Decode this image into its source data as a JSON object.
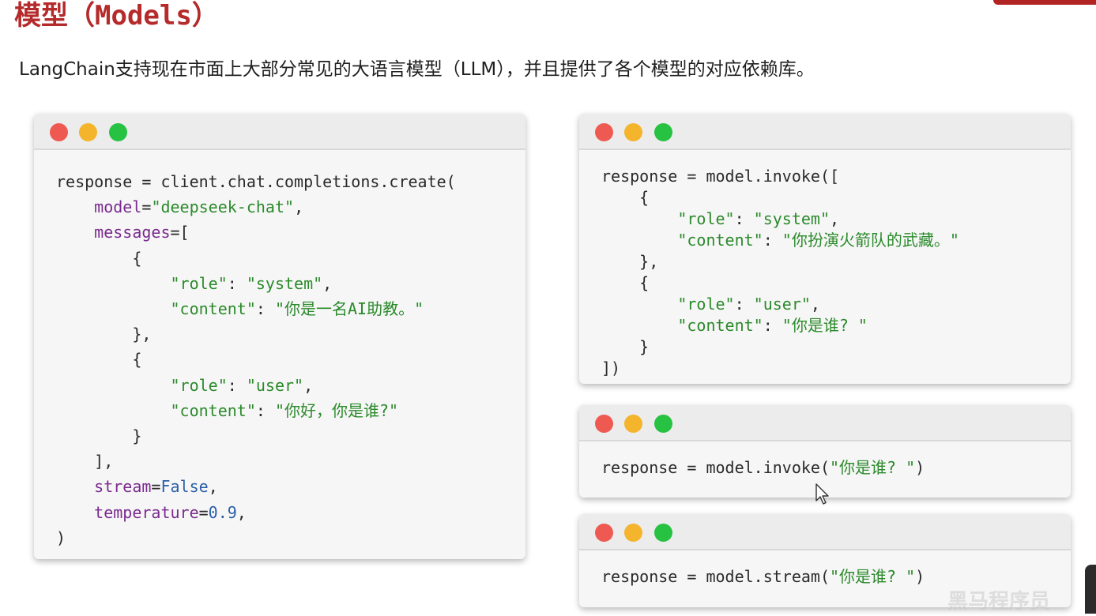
{
  "slide": {
    "title": "模型（Models）",
    "subtitle": "LangChain支持现在市面上大部分常见的大语言模型（LLM），并且提供了各个模型的对应依赖库。"
  },
  "colors": {
    "title": "#b52a2a",
    "keyword": "#7a2a8e",
    "string": "#2b8a2b",
    "number": "#2b5ea8",
    "dot_red": "#ee5a52",
    "dot_yellow": "#f4b42b",
    "dot_green": "#27c241"
  },
  "code_windows": [
    {
      "name": "openai-client-example",
      "lines": [
        [
          {
            "t": "response = client.chat.completions.create("
          }
        ],
        [
          {
            "t": "    "
          },
          {
            "t": "model",
            "c": "kw"
          },
          {
            "t": "="
          },
          {
            "t": "\"deepseek-chat\"",
            "c": "str"
          },
          {
            "t": ","
          }
        ],
        [
          {
            "t": "    "
          },
          {
            "t": "messages",
            "c": "kw"
          },
          {
            "t": "=["
          }
        ],
        [
          {
            "t": "        {"
          }
        ],
        [
          {
            "t": "            "
          },
          {
            "t": "\"role\"",
            "c": "str"
          },
          {
            "t": ": "
          },
          {
            "t": "\"system\"",
            "c": "str"
          },
          {
            "t": ","
          }
        ],
        [
          {
            "t": "            "
          },
          {
            "t": "\"content\"",
            "c": "str"
          },
          {
            "t": ": "
          },
          {
            "t": "\"你是一名AI助教。\"",
            "c": "str"
          }
        ],
        [
          {
            "t": "        },"
          }
        ],
        [
          {
            "t": "        {"
          }
        ],
        [
          {
            "t": "            "
          },
          {
            "t": "\"role\"",
            "c": "str"
          },
          {
            "t": ": "
          },
          {
            "t": "\"user\"",
            "c": "str"
          },
          {
            "t": ","
          }
        ],
        [
          {
            "t": "            "
          },
          {
            "t": "\"content\"",
            "c": "str"
          },
          {
            "t": ": "
          },
          {
            "t": "\"你好，你是谁?\"",
            "c": "str"
          }
        ],
        [
          {
            "t": "        }"
          }
        ],
        [
          {
            "t": "    ],"
          }
        ],
        [
          {
            "t": "    "
          },
          {
            "t": "stream",
            "c": "kw"
          },
          {
            "t": "="
          },
          {
            "t": "False",
            "c": "const"
          },
          {
            "t": ","
          }
        ],
        [
          {
            "t": "    "
          },
          {
            "t": "temperature",
            "c": "kw"
          },
          {
            "t": "="
          },
          {
            "t": "0.9",
            "c": "num"
          },
          {
            "t": ","
          }
        ],
        [
          {
            "t": ")"
          }
        ]
      ]
    },
    {
      "name": "model-invoke-messages-example",
      "lines": [
        [
          {
            "t": "response = model.invoke(["
          }
        ],
        [
          {
            "t": "    {"
          }
        ],
        [
          {
            "t": "        "
          },
          {
            "t": "\"role\"",
            "c": "str"
          },
          {
            "t": ": "
          },
          {
            "t": "\"system\"",
            "c": "str"
          },
          {
            "t": ","
          }
        ],
        [
          {
            "t": "        "
          },
          {
            "t": "\"content\"",
            "c": "str"
          },
          {
            "t": ": "
          },
          {
            "t": "\"你扮演火箭队的武藏。\"",
            "c": "str"
          }
        ],
        [
          {
            "t": "    },"
          }
        ],
        [
          {
            "t": "    {"
          }
        ],
        [
          {
            "t": "        "
          },
          {
            "t": "\"role\"",
            "c": "str"
          },
          {
            "t": ": "
          },
          {
            "t": "\"user\"",
            "c": "str"
          },
          {
            "t": ","
          }
        ],
        [
          {
            "t": "        "
          },
          {
            "t": "\"content\"",
            "c": "str"
          },
          {
            "t": ": "
          },
          {
            "t": "\"你是谁? \"",
            "c": "str"
          }
        ],
        [
          {
            "t": "    }"
          }
        ],
        [
          {
            "t": "])"
          }
        ]
      ]
    },
    {
      "name": "model-invoke-string-example",
      "lines": [
        [
          {
            "t": "response = model.invoke("
          },
          {
            "t": "\"你是谁? \"",
            "c": "str"
          },
          {
            "t": ")"
          }
        ]
      ]
    },
    {
      "name": "model-stream-example",
      "lines": [
        [
          {
            "t": "response = model.stream("
          },
          {
            "t": "\"你是谁? \"",
            "c": "str"
          },
          {
            "t": ")"
          }
        ]
      ]
    }
  ],
  "watermark": "黑马程序员",
  "icons": {
    "cursor": "mouse-pointer-icon",
    "window_controls": [
      "close-dot-icon",
      "minimize-dot-icon",
      "maximize-dot-icon"
    ]
  }
}
